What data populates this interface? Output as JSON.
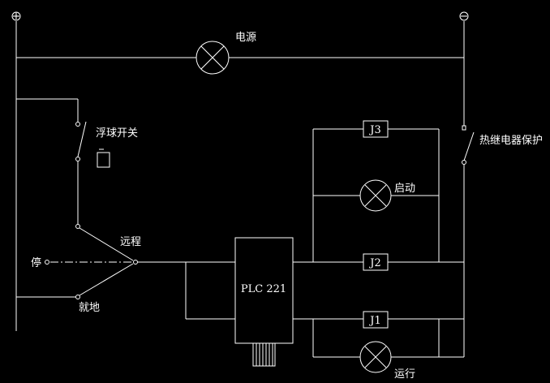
{
  "labels": {
    "power": "电源",
    "float_switch": "浮球开关",
    "remote": "远程",
    "stop": "停",
    "local": "就地",
    "plc": "PLC  221",
    "j3": "J3",
    "start": "启动",
    "j2": "J2",
    "j1": "J1",
    "run": "运行",
    "thermal_relay": "热继电器保护",
    "plus": "+",
    "minus": "−"
  },
  "colors": {
    "background": "#000000",
    "line": "#ffffff"
  }
}
